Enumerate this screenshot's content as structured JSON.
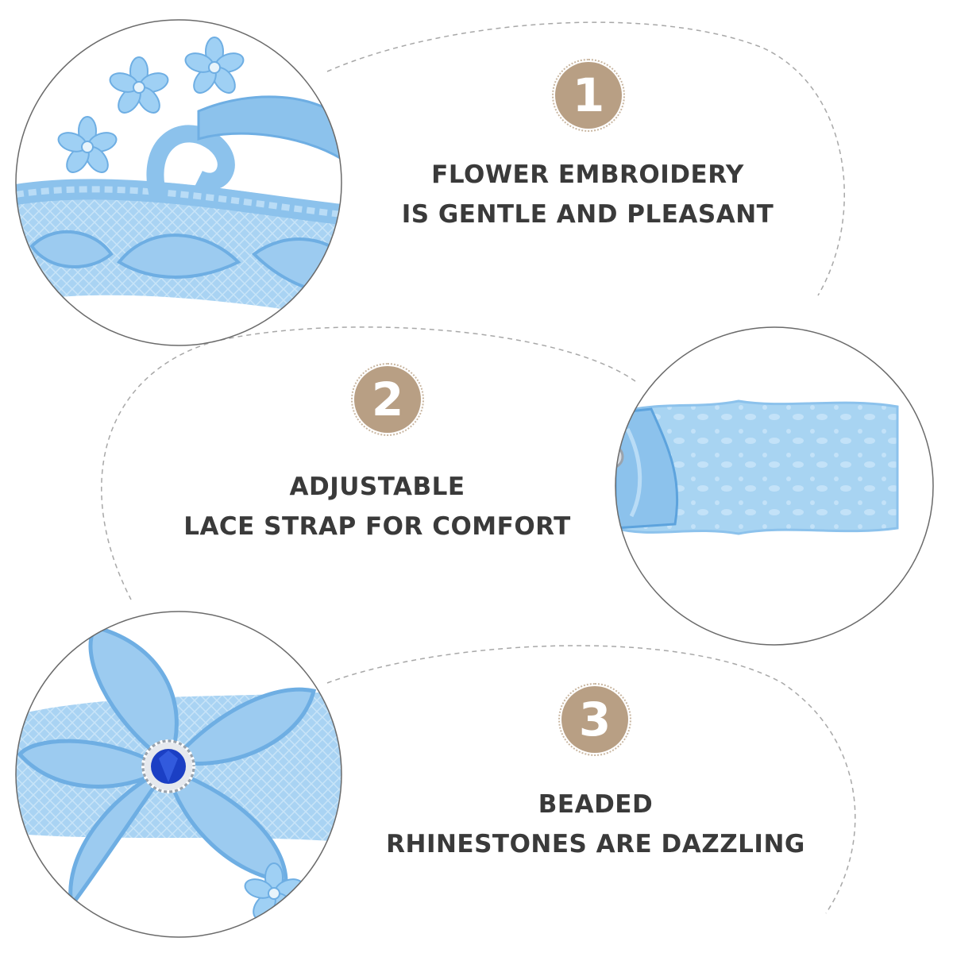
{
  "colors": {
    "accent": "#b89f84",
    "text": "#3a3a3a",
    "lace": "#8fc3ec",
    "lace_dark": "#5da3dd",
    "gem": "#1b3fc4"
  },
  "features": [
    {
      "number": "1",
      "line1": "FLOWER EMBROIDERY",
      "line2": "IS GENTLE AND PLEASANT"
    },
    {
      "number": "2",
      "line1": "ADJUSTABLE",
      "line2": "LACE STRAP FOR COMFORT"
    },
    {
      "number": "3",
      "line1": "BEADED",
      "line2": "RHINESTONES ARE DAZZLING"
    }
  ]
}
